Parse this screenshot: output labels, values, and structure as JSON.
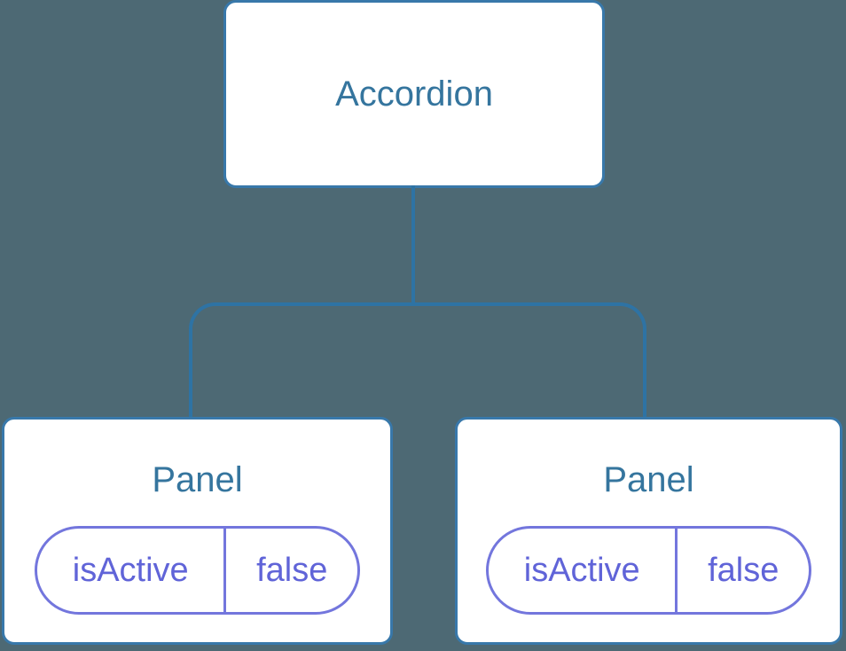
{
  "diagram": {
    "type": "component-tree",
    "root": {
      "label": "Accordion"
    },
    "children": [
      {
        "label": "Panel",
        "state": {
          "key": "isActive",
          "value": "false"
        }
      },
      {
        "label": "Panel",
        "state": {
          "key": "isActive",
          "value": "false"
        }
      }
    ]
  },
  "colors": {
    "background": "#4D6974",
    "node_fill": "#FFFFFF",
    "node_border": "#3878AA",
    "connector": "#2E73A4",
    "node_label": "#35759E",
    "state_border": "#7376DD",
    "state_text": "#6064D8"
  }
}
